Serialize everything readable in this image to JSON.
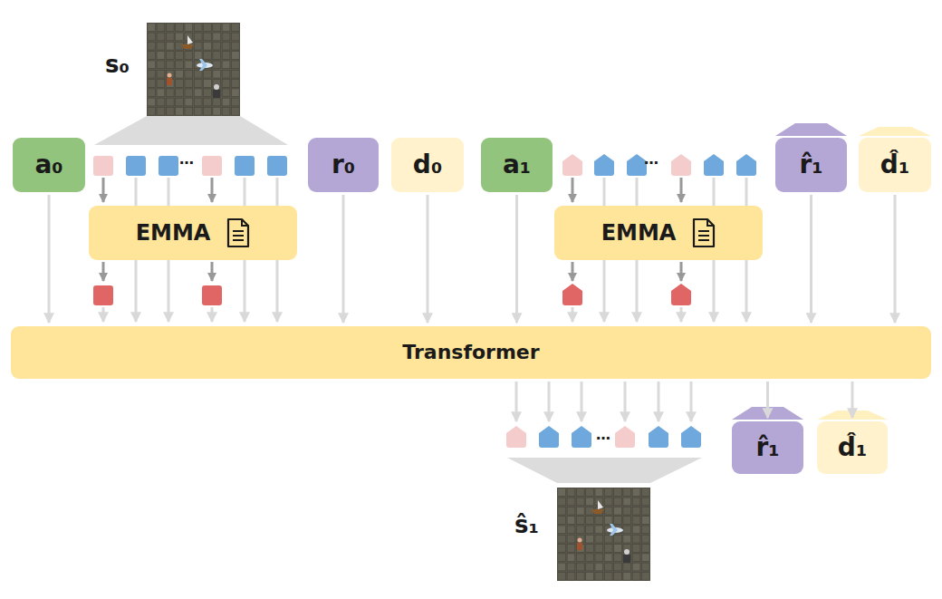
{
  "diagram": {
    "nodes": [
      {
        "text": [
          "a₀"
        ]
      },
      {
        "text": [
          "r₀"
        ]
      },
      {
        "text": [
          "d₀"
        ]
      },
      {
        "text": [
          "a₁"
        ]
      },
      {
        "text": [
          "r̂₁"
        ]
      },
      {
        "text": [
          "d̂₁"
        ]
      },
      {
        "text": [
          "EMMA"
        ]
      },
      {
        "text": [
          "EMMA"
        ]
      },
      {
        "text": [
          "Transformer"
        ]
      },
      {
        "text": [
          "r̂₁"
        ]
      },
      {
        "text": [
          "d̂₁"
        ]
      }
    ],
    "edges": [
      {
        "from": 0,
        "to": 8,
        "arrow": "to"
      },
      {
        "from": 1,
        "to": 8,
        "arrow": "to"
      },
      {
        "from": 2,
        "to": 8,
        "arrow": "to"
      },
      {
        "from": 3,
        "to": 8,
        "arrow": "to"
      },
      {
        "from": 4,
        "to": 8,
        "arrow": "to"
      },
      {
        "from": 5,
        "to": 8,
        "arrow": "to"
      },
      {
        "from": 8,
        "to": 9,
        "arrow": "to"
      },
      {
        "from": 8,
        "to": 10,
        "arrow": "to"
      }
    ],
    "labels": [
      "s₀",
      "…",
      "…",
      "…",
      "ŝ₁"
    ]
  }
}
